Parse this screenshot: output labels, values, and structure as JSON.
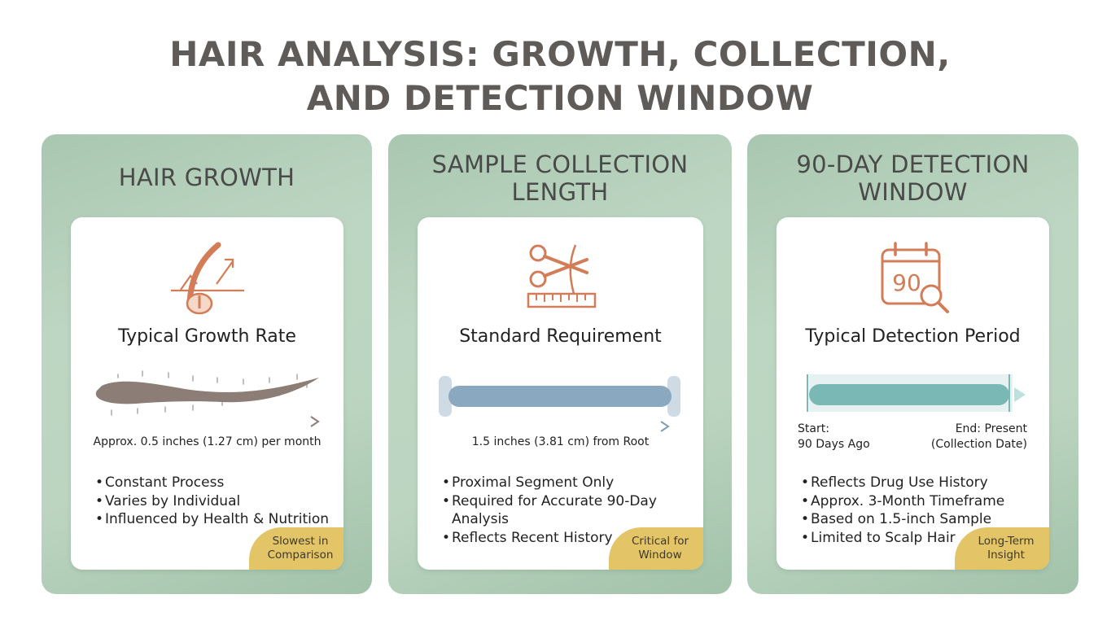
{
  "title": {
    "line1": "HAIR ANALYSIS: GROWTH, COLLECTION,",
    "line2": "AND DETECTION WINDOW"
  },
  "panels": [
    {
      "heading": [
        "HAIR GROWTH"
      ],
      "icon": "hair-follicle-growth-icon",
      "subtitle": "Typical Growth Rate",
      "caption": "Approx. 0.5 inches (1.27 cm) per month",
      "bullets": [
        "Constant Process",
        "Varies by Individual",
        "Influenced by Health & Nutrition"
      ],
      "badge": [
        "Slowest in",
        "Comparison"
      ]
    },
    {
      "heading": [
        "SAMPLE COLLECTION",
        "LENGTH"
      ],
      "icon": "scissors-ruler-icon",
      "subtitle": "Standard Requirement",
      "caption": "1.5 inches (3.81 cm) from Root",
      "bullets": [
        "Proximal Segment Only",
        "Required for Accurate 90-Day",
        "Analysis",
        "Reflects Recent History"
      ],
      "badge": [
        "Critical for",
        "Window"
      ]
    },
    {
      "heading": [
        "90-DAY DETECTION",
        "WINDOW"
      ],
      "icon": "calendar-magnifier-icon",
      "icon_text": "90",
      "subtitle": "Typical Detection Period",
      "timeline": {
        "start": [
          "Start:",
          "90 Days Ago"
        ],
        "end": [
          "End: Present",
          "(Collection Date)"
        ]
      },
      "bullets": [
        "Reflects Drug Use History",
        "Approx. 3-Month Timeframe",
        "Based on 1.5-inch Sample",
        "Limited to Scalp Hair"
      ],
      "badge": [
        "Long-Term",
        "Insight"
      ]
    }
  ],
  "colors": {
    "title": "#5e5b58",
    "panel": "#b7d1bc",
    "icon": "#d27c58",
    "hair": "#8c7e76",
    "sample_bar": "#8aa8c0",
    "window_bar": "#79b8b4",
    "badge": "#e3c466"
  }
}
